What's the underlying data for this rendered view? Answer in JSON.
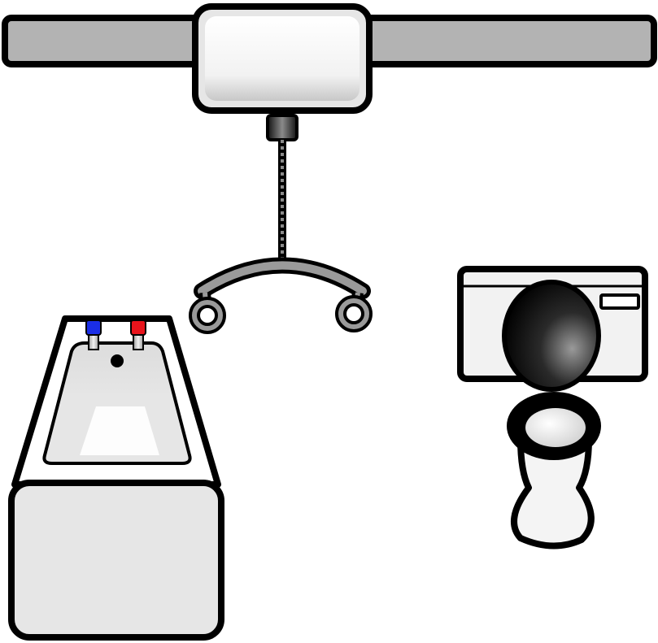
{
  "colors": {
    "outline": "#000000",
    "track_fill": "#b3b3b3",
    "hoist_fill": "#e6e6e6",
    "porcelain_fill": "#e8e8e8",
    "hanger_fill": "#9a9a9a",
    "hot_tap": "#e8141c",
    "cold_tap": "#1a2ee6",
    "background": "#ffffff"
  },
  "objects": [
    {
      "name": "ceiling-track",
      "icon": "ceiling-track-rail"
    },
    {
      "name": "hoist-motor",
      "icon": "hoist-unit"
    },
    {
      "name": "lifting-strap",
      "icon": "chain-strap"
    },
    {
      "name": "spreader-bar",
      "icon": "hoist-hanger"
    },
    {
      "name": "bathtub",
      "icon": "bathtub-icon"
    },
    {
      "name": "toilet",
      "icon": "toilet-icon"
    }
  ]
}
